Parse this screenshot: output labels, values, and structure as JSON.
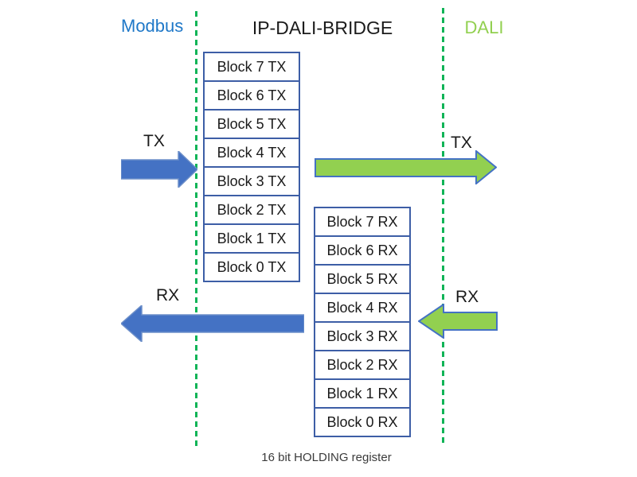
{
  "labels": {
    "modbus_zone": "Modbus",
    "bridge_title": "IP-DALI-BRIDGE",
    "dali_zone": "DALI",
    "caption": "16 bit HOLDING register"
  },
  "arrows": {
    "modbus_tx": {
      "label": "TX",
      "direction": "right",
      "fill": "#4472c4"
    },
    "dali_tx": {
      "label": "TX",
      "direction": "right",
      "fill": "#92d050"
    },
    "modbus_rx": {
      "label": "RX",
      "direction": "left",
      "fill": "#4472c4"
    },
    "dali_rx": {
      "label": "RX",
      "direction": "left",
      "fill": "#92d050"
    }
  },
  "blocks": {
    "tx": [
      "Block 7 TX",
      "Block 6 TX",
      "Block 5 TX",
      "Block 4 TX",
      "Block 3 TX",
      "Block 2 TX",
      "Block 1 TX",
      "Block 0 TX"
    ],
    "rx": [
      "Block 7 RX",
      "Block 6 RX",
      "Block 5 RX",
      "Block 4 RX",
      "Block 3 RX",
      "Block 2 RX",
      "Block 1 RX",
      "Block 0 RX"
    ]
  },
  "colors": {
    "modbus_text_blue": "#1f78c8",
    "dali_text_green": "#92d050",
    "boundary_dash_green": "#10b457",
    "arrow_blue": "#4472c4",
    "arrow_green": "#92d050",
    "arrow_green_outline": "#4472c4",
    "block_border_blue": "#3d5ea6"
  }
}
